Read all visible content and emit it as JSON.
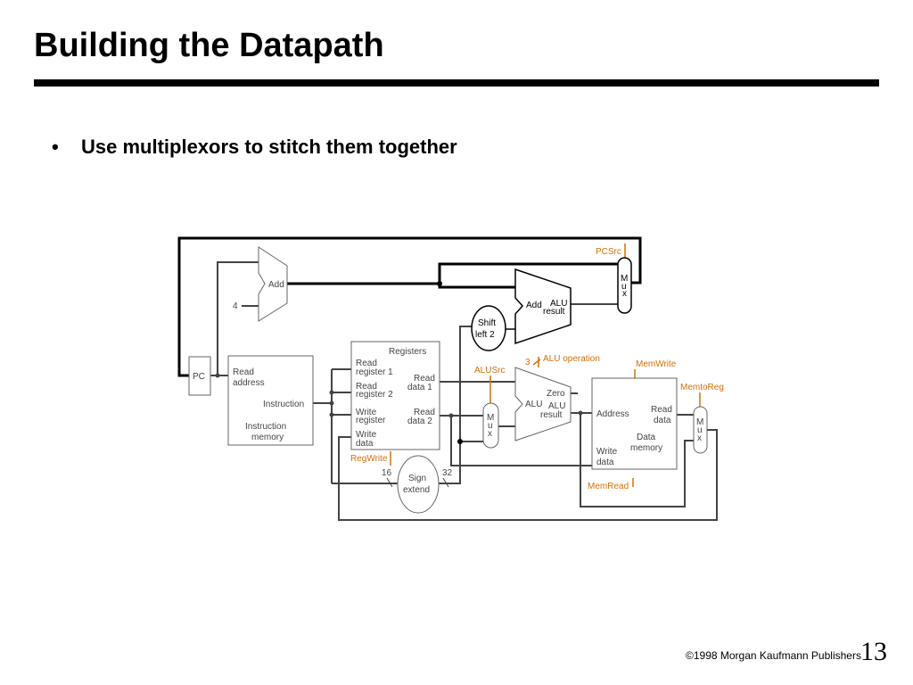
{
  "slide": {
    "title": "Building the Datapath",
    "bullet_symbol": "•",
    "bullet": "Use multiplexors to stitch them together",
    "footer": "©1998 Morgan Kaufmann Publishers",
    "page_number": "13"
  },
  "diagram": {
    "pc": "PC",
    "imem": {
      "read_address_1": "Read",
      "read_address_2": "address",
      "instruction": "Instruction",
      "name_1": "Instruction",
      "name_2": "memory"
    },
    "add_pc": {
      "label": "Add",
      "four": "4"
    },
    "add_branch": {
      "add": "Add",
      "alu": "ALU",
      "result": "result"
    },
    "shift": {
      "line1": "Shift",
      "line2": "left 2"
    },
    "registers": {
      "title": "Registers",
      "read_reg1_1": "Read",
      "read_reg1_2": "register 1",
      "read_reg2_1": "Read",
      "read_reg2_2": "register 2",
      "write_reg_1": "Write",
      "write_reg_2": "register",
      "write_data_1": "Write",
      "write_data_2": "data",
      "read_data1_1": "Read",
      "read_data1_2": "data 1",
      "read_data2_1": "Read",
      "read_data2_2": "data 2"
    },
    "sign_extend": {
      "line1": "Sign",
      "line2": "extend",
      "in_bits": "16",
      "out_bits": "32"
    },
    "mux_letters": [
      "M",
      "u",
      "x"
    ],
    "alu": {
      "label": "ALU",
      "zero": "Zero",
      "alu": "ALU",
      "result": "result",
      "op_bits": "3"
    },
    "dmem": {
      "address": "Address",
      "read_data_1": "Read",
      "read_data_2": "data",
      "write_data_1": "Write",
      "write_data_2": "data",
      "name_1": "Data",
      "name_2": "memory"
    },
    "controls": {
      "pcsrc": "PCSrc",
      "alu_operation": "ALU operation",
      "alusrc": "ALUSrc",
      "memwrite": "MemWrite",
      "memtoreg": "MemtoReg",
      "regwrite": "RegWrite",
      "memread": "MemRead"
    },
    "control_color": "#d4700a"
  }
}
